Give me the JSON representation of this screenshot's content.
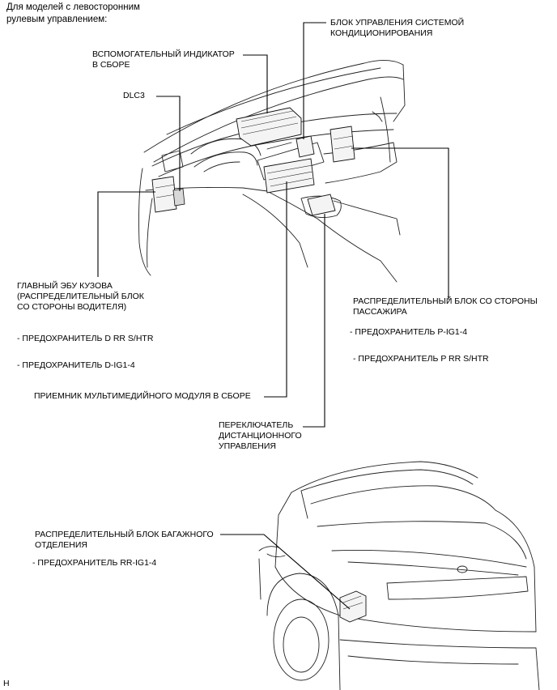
{
  "header": {
    "line1": "Для моделей с левосторонним",
    "line2": "рулевым управлением:"
  },
  "labels": {
    "ac_line1": "БЛОК УПРАВЛЕНИЯ СИСТЕМОЙ",
    "ac_line2": "КОНДИЦИОНИРОВАНИЯ",
    "indicator_line1": "ВСПОМОГАТЕЛЬНЫЙ ИНДИКАТОР",
    "indicator_line2": "В СБОРЕ",
    "dlc3": "DLC3",
    "body_ecu_line1": "ГЛАВНЫЙ ЭБУ КУЗОВА",
    "body_ecu_line2": "(РАСПРЕДЕЛИТЕЛЬНЫЙ БЛОК",
    "body_ecu_line3": "СО СТОРОНЫ ВОДИТЕЛЯ)",
    "fuse_d_rr": "- ПРЕДОХРАНИТЕЛЬ D RR S/HTR",
    "fuse_d_ig": "- ПРЕДОХРАНИТЕЛЬ D-IG1-4",
    "passenger_line1": "РАСПРЕДЕЛИТЕЛЬНЫЙ БЛОК СО СТОРОНЫ",
    "passenger_line2": "ПАССАЖИРА",
    "fuse_p_ig": "- ПРЕДОХРАНИТЕЛЬ P-IG1-4",
    "fuse_p_rr": "- ПРЕДОХРАНИТЕЛЬ P RR S/HTR",
    "multimedia": "ПРИЕМНИК МУЛЬТИМЕДИЙНОГО МОДУЛЯ В СБОРЕ",
    "remote_line1": "ПЕРЕКЛЮЧАТЕЛЬ",
    "remote_line2": "ДИСТАНЦИОННОГО",
    "remote_line3": "УПРАВЛЕНИЯ",
    "luggage_line1": "РАСПРЕДЕЛИТЕЛЬНЫЙ БЛОК БАГАЖНОГО",
    "luggage_line2": "ОТДЕЛЕНИЯ",
    "fuse_rr_ig": "- ПРЕДОХРАНИТЕЛЬ RR-IG1-4"
  },
  "footer": {
    "code": "H"
  }
}
